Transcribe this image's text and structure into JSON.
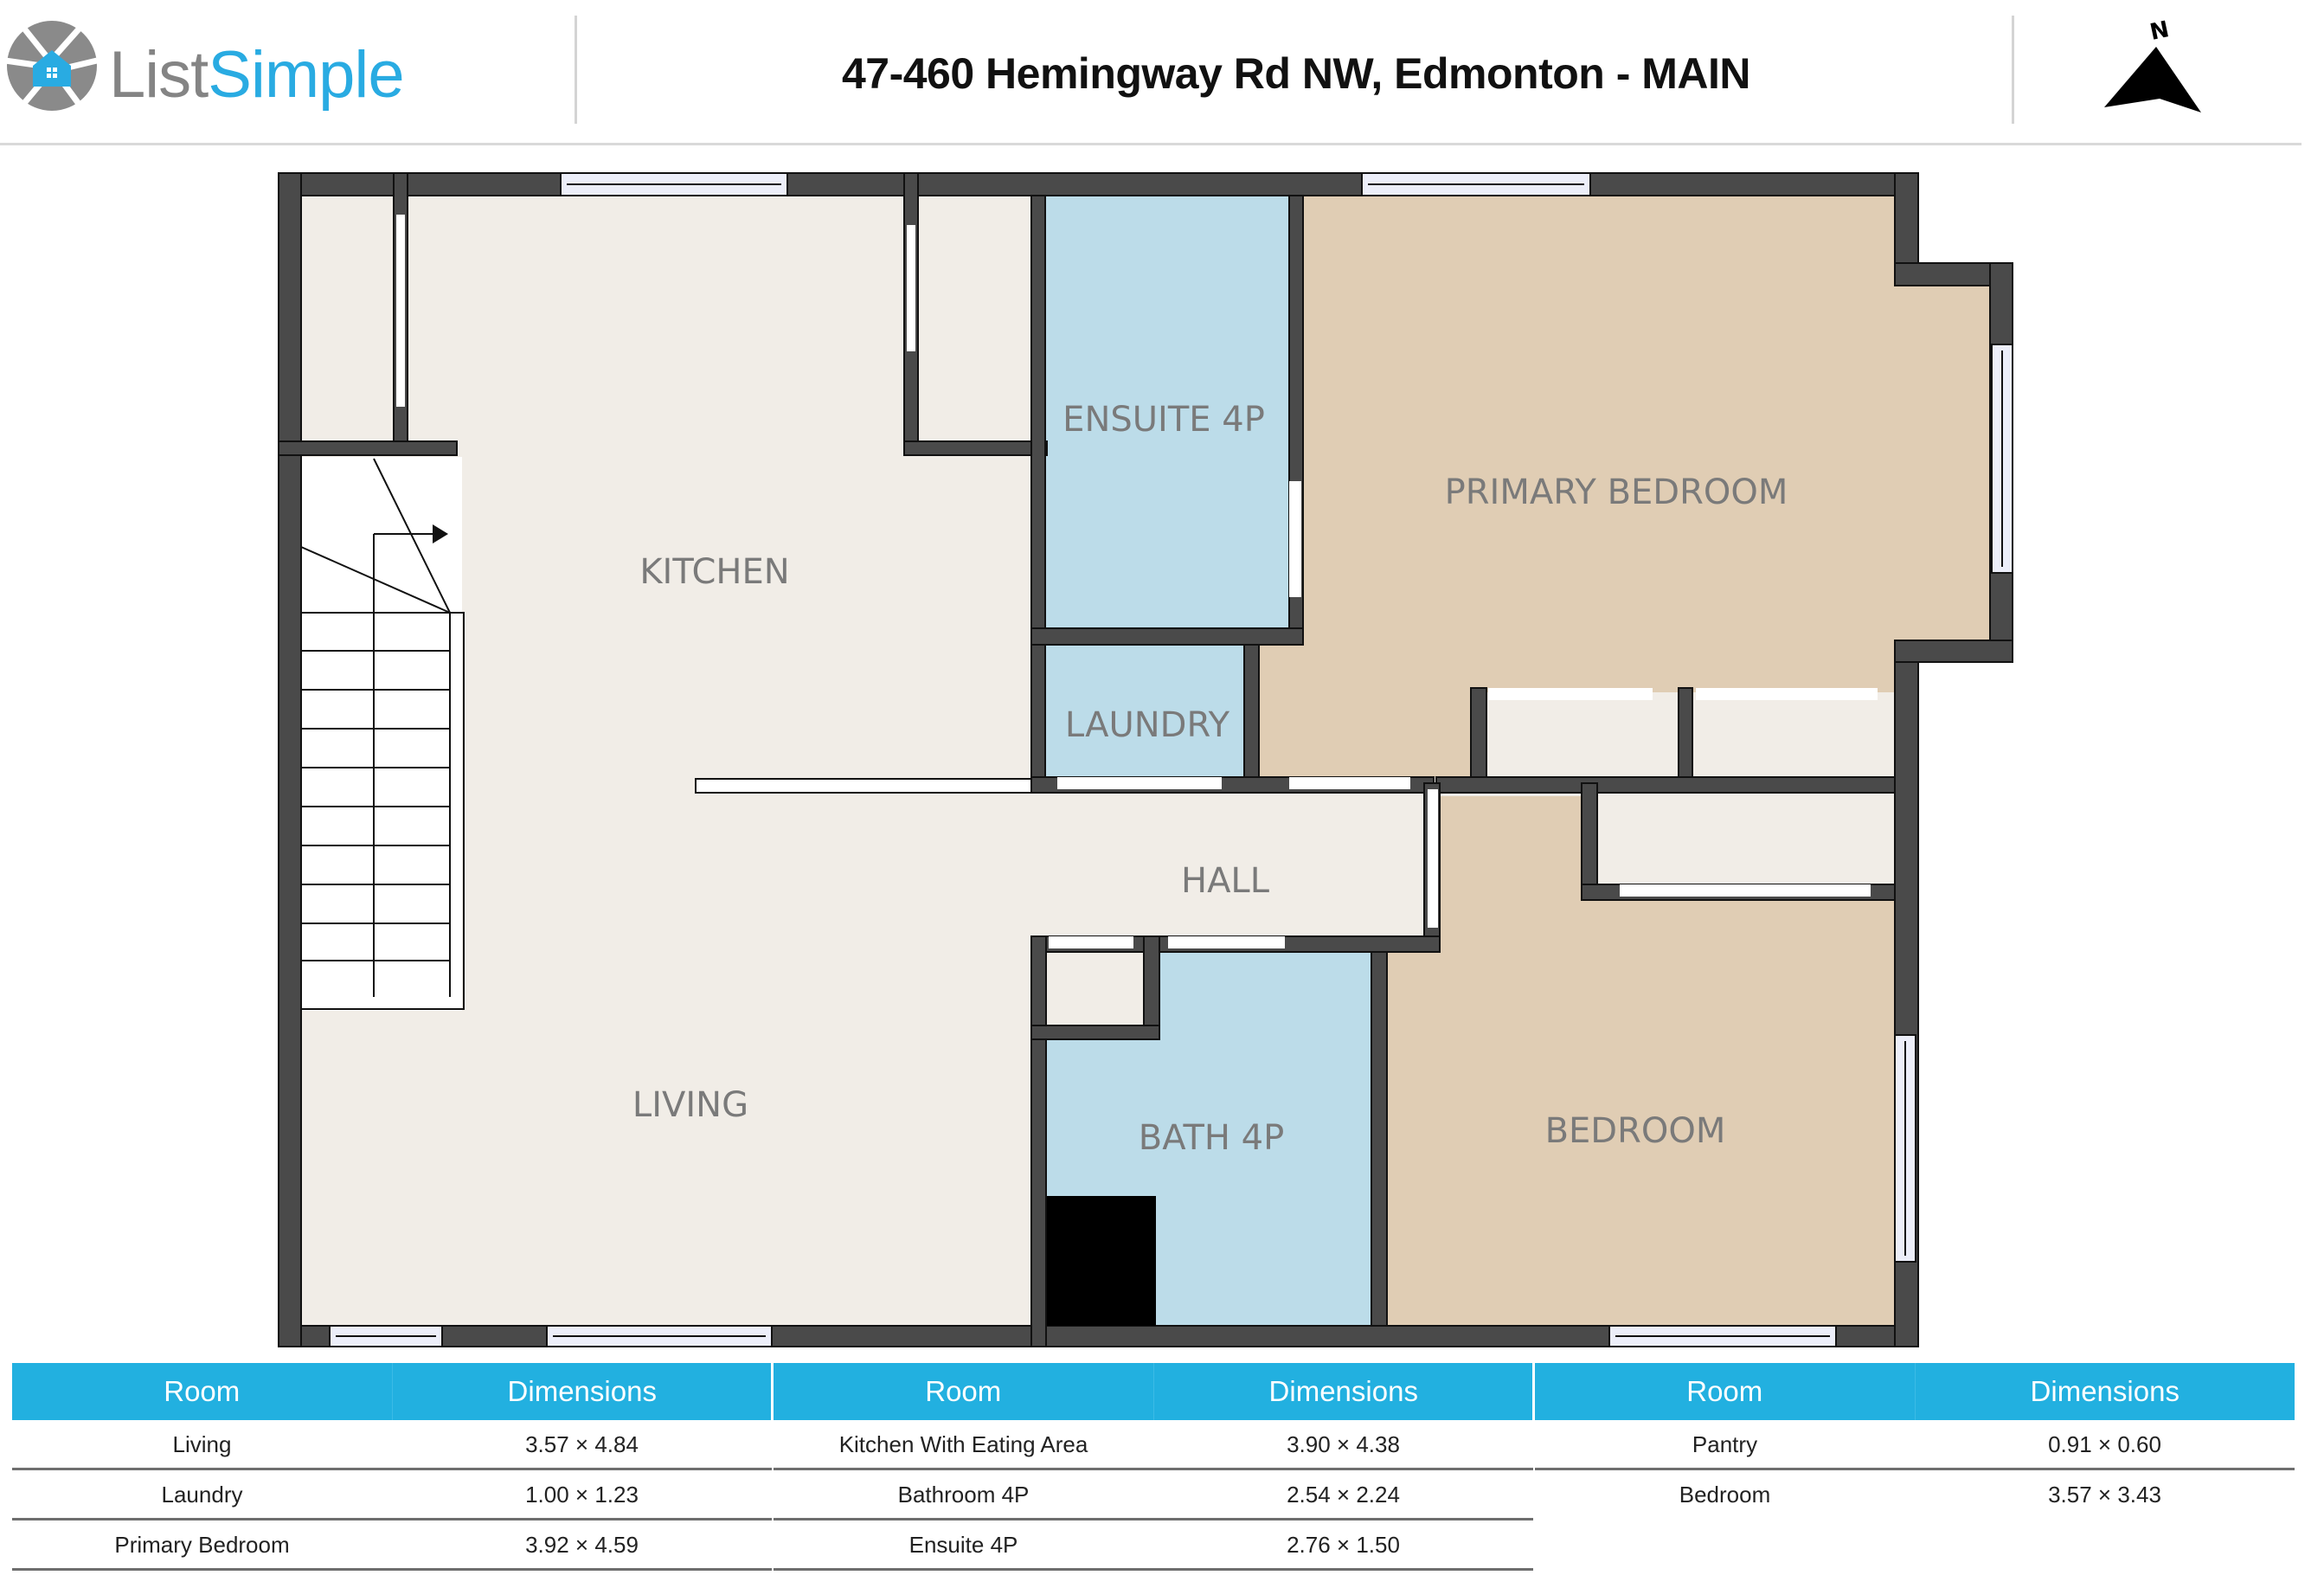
{
  "header": {
    "logo": {
      "icon": "camera-aperture-house-icon",
      "text_part1": "List",
      "text_part2": "Simple",
      "colors": {
        "gray": "#848484",
        "blue": "#29abe2"
      }
    },
    "title": "47-460 Hemingway Rd NW, Edmonton - MAIN",
    "compass": {
      "icon": "north-arrow-icon",
      "label": "N"
    }
  },
  "floorplan": {
    "colors": {
      "wall": "#4a4a4a",
      "common_floor": "#f1ede7",
      "wet_room": "#bcdce9",
      "bedroom": "#e0cdb4",
      "stairs": "#ffffff",
      "window": "#eceef9"
    },
    "rooms": [
      {
        "label": "KITCHEN",
        "type": "common"
      },
      {
        "label": "ENSUITE 4P",
        "type": "wet"
      },
      {
        "label": "PRIMARY BEDROOM",
        "type": "bedroom"
      },
      {
        "label": "LAUNDRY",
        "type": "wet"
      },
      {
        "label": "HALL",
        "type": "common"
      },
      {
        "label": "LIVING",
        "type": "common"
      },
      {
        "label": "BATH 4P",
        "type": "wet"
      },
      {
        "label": "BEDROOM",
        "type": "bedroom"
      }
    ]
  },
  "table": {
    "header_color": "#22b0e0",
    "groups": [
      {
        "headers": {
          "room": "Room",
          "dimensions": "Dimensions"
        },
        "rows": [
          {
            "room": "Living",
            "dimensions": "3.57 × 4.84"
          },
          {
            "room": "Laundry",
            "dimensions": "1.00 × 1.23"
          },
          {
            "room": "Primary Bedroom",
            "dimensions": "3.92 × 4.59"
          }
        ]
      },
      {
        "headers": {
          "room": "Room",
          "dimensions": "Dimensions"
        },
        "rows": [
          {
            "room": "Kitchen With Eating Area",
            "dimensions": "3.90 × 4.38"
          },
          {
            "room": "Bathroom 4P",
            "dimensions": "2.54 × 2.24"
          },
          {
            "room": "Ensuite 4P",
            "dimensions": "2.76 × 1.50"
          }
        ]
      },
      {
        "headers": {
          "room": "Room",
          "dimensions": "Dimensions"
        },
        "rows": [
          {
            "room": "Pantry",
            "dimensions": "0.91 × 0.60"
          },
          {
            "room": "Bedroom",
            "dimensions": "3.57 × 3.43"
          }
        ]
      }
    ]
  }
}
